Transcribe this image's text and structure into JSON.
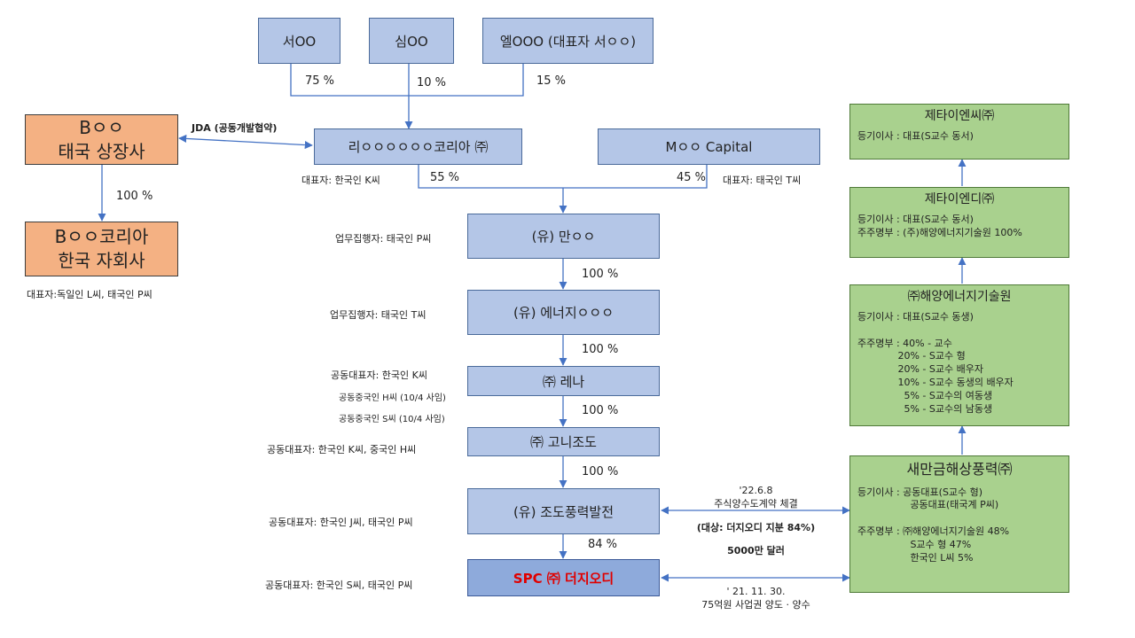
{
  "shareholders": [
    {
      "name": "서OO",
      "pct": "75 %"
    },
    {
      "name": "심OO",
      "pct": "10 %"
    },
    {
      "name": "엘OOO (대표자 서ㅇㅇ)",
      "pct": "15 %"
    }
  ],
  "b_thai": {
    "line1": "Bㅇㅇ",
    "line2": "태국 상장사"
  },
  "b_korea": {
    "line1": "Bㅇㅇ코리아",
    "line2": "한국 자회사"
  },
  "b_pct": "100 %",
  "b_korea_rep": "대표자:독일인 L씨, 태국인 P씨",
  "jda": "JDA (공동개발협약)",
  "ri_korea": {
    "name": "리ㅇㅇㅇㅇㅇㅇ코리아 ㈜",
    "rep": "대표자: 한국인 K씨",
    "pct": "55 %"
  },
  "m_capital": {
    "name": "Mㅇㅇ Capital",
    "rep": "대표자: 태국인 T씨",
    "pct": "45 %"
  },
  "chain": [
    {
      "name": "(유) 만ㅇㅇ",
      "rep": [
        "업무집행자: 태국인 P씨"
      ],
      "pct": "100 %"
    },
    {
      "name": "(유) 에너지ㅇㅇㅇ",
      "rep": [
        "업무집행자: 태국인 T씨"
      ],
      "pct": "100 %"
    },
    {
      "name": "㈜ 레나",
      "rep": [
        "공동대표자: 한국인 K씨",
        "공동중국인 H씨 (10/4 사임)",
        "공동중국인 S씨 (10/4 사임)"
      ],
      "pct": "100 %"
    },
    {
      "name": "㈜ 고니조도",
      "rep": [
        "공동대표자: 한국인 K씨, 중국인 H씨"
      ],
      "pct": "100 %"
    },
    {
      "name": "(유) 조도풍력발전",
      "rep": [
        "공동대표자: 한국인 J씨, 태국인 P씨"
      ],
      "pct": "84 %"
    },
    {
      "name": "SPC ㈜ 더지오디",
      "rep": [
        "공동대표자: 한국인 S씨, 태국인 P씨"
      ],
      "pct": ""
    }
  ],
  "zeta_ns": {
    "title": "제타이엔씨㈜",
    "lines": "등기이사 : 대표(S교수 동서)"
  },
  "zeta_nd": {
    "title": "제타이엔디㈜",
    "lines": "등기이사 : 대표(S교수 동서)\n주주명부 : (주)해양에너지기술원 100%"
  },
  "ocean": {
    "title": "㈜해양에너지기술원",
    "lines": "등기이사 : 대표(S교수 동생)\n\n주주명부 : 40% - 교수\n             20% - S교수 형\n             20% - S교수 배우자\n             10% - S교수 동생의 배우자\n               5% - S교수의 여동생\n               5% - S교수의 남동생"
  },
  "saemangeum": {
    "title": "새만금해상풍력㈜",
    "lines": "등기이사 : 공동대표(S교수 형)\n                 공동대표(태국계 P씨)\n\n주주명부 : ㈜해양에너지기술원 48%\n                 S교수 형 47%\n                 한국인 L씨 5%"
  },
  "contract_top": {
    "date": "'22.6.8",
    "desc": "주식양수도계약 체결",
    "target": "(대상: 더지오디 지분 84%)",
    "amount": "5000만 달러"
  },
  "contract_bottom": {
    "date": "' 21. 11. 30.",
    "desc": "75억원 사업권 양도 · 양수"
  }
}
